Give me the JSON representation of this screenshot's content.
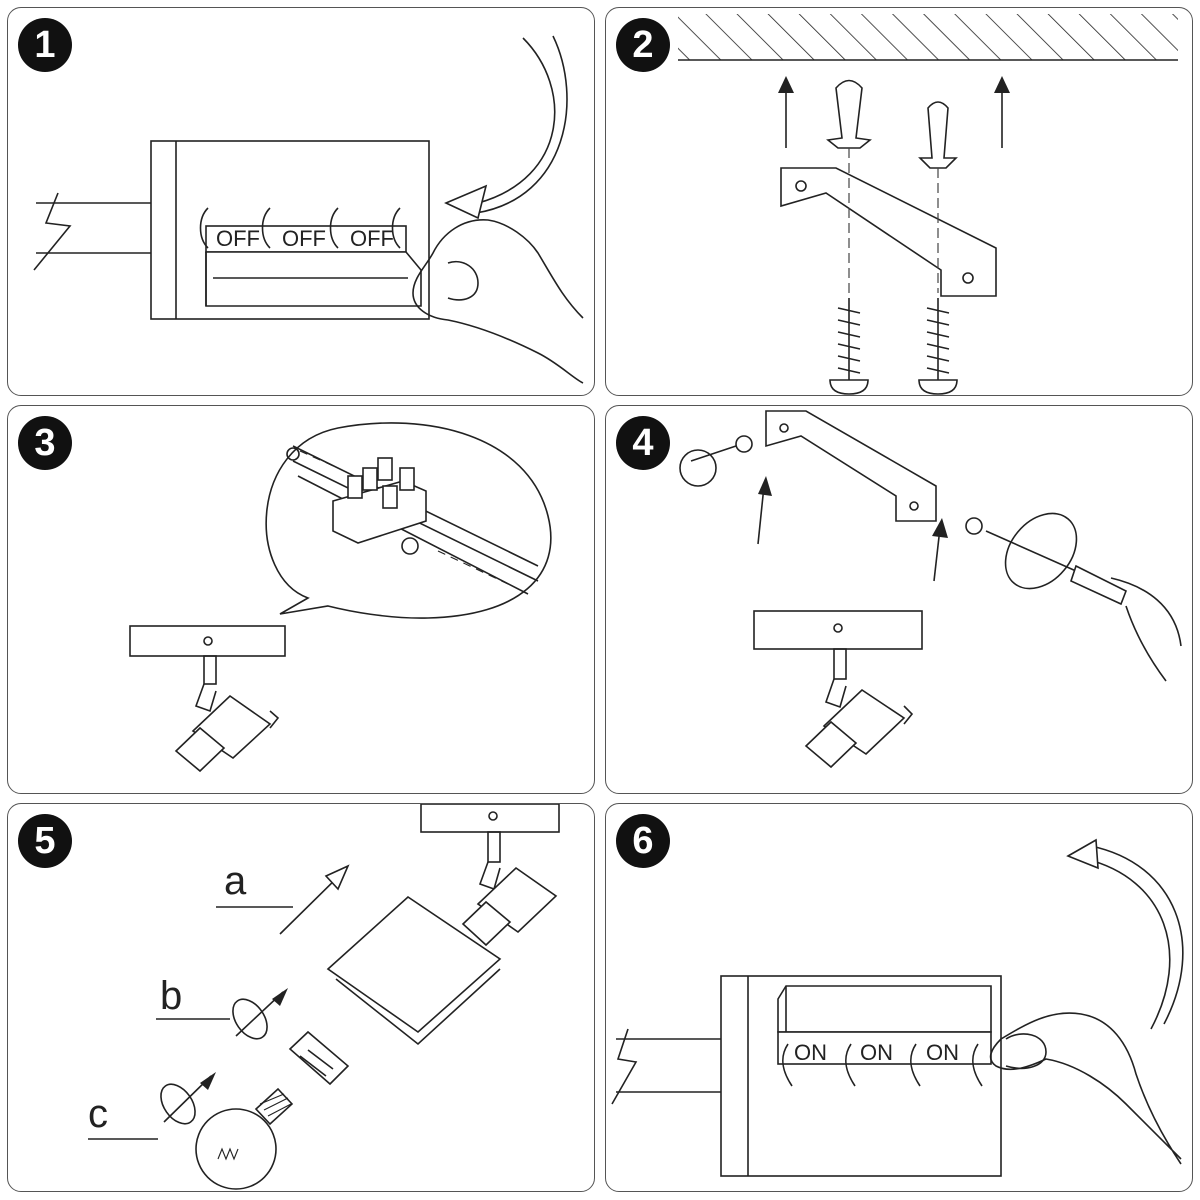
{
  "steps": [
    {
      "number": "1",
      "switch_labels": [
        "OFF",
        "OFF",
        "OFF"
      ]
    },
    {
      "number": "2"
    },
    {
      "number": "3"
    },
    {
      "number": "4"
    },
    {
      "number": "5",
      "parts": [
        "a",
        "b",
        "c"
      ]
    },
    {
      "number": "6",
      "switch_labels": [
        "ON",
        "ON",
        "ON"
      ]
    }
  ],
  "colors": {
    "line": "#222222",
    "badge": "#111111",
    "panel_border": "#555555"
  }
}
